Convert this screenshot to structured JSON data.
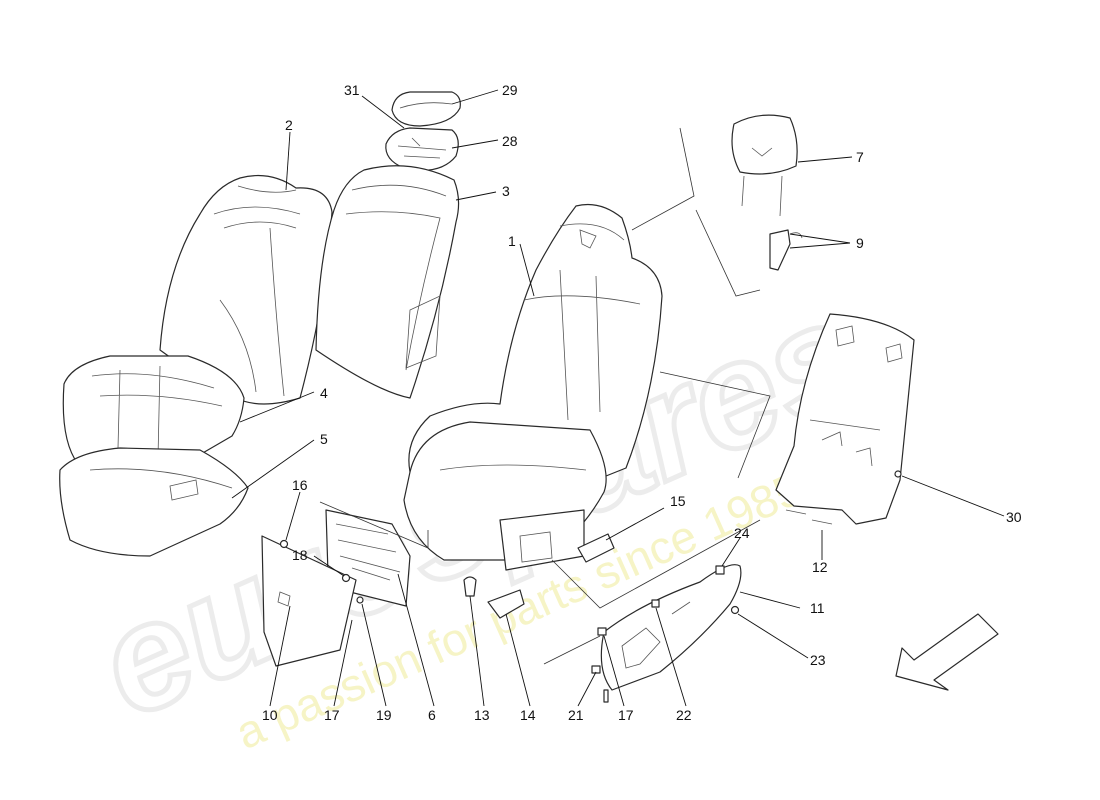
{
  "watermark": {
    "logo": "eurospares",
    "tagline": "a passion for parts since 1985"
  },
  "callouts": [
    {
      "id": "c1",
      "text": "1"
    },
    {
      "id": "c2",
      "text": "2"
    },
    {
      "id": "c3",
      "text": "3"
    },
    {
      "id": "c4",
      "text": "4"
    },
    {
      "id": "c5",
      "text": "5"
    },
    {
      "id": "c6",
      "text": "6"
    },
    {
      "id": "c7",
      "text": "7"
    },
    {
      "id": "c9",
      "text": "9"
    },
    {
      "id": "c10",
      "text": "10"
    },
    {
      "id": "c11",
      "text": "11"
    },
    {
      "id": "c12",
      "text": "12"
    },
    {
      "id": "c13",
      "text": "13"
    },
    {
      "id": "c14",
      "text": "14"
    },
    {
      "id": "c15",
      "text": "15"
    },
    {
      "id": "c16",
      "text": "16"
    },
    {
      "id": "c17a",
      "text": "17"
    },
    {
      "id": "c17b",
      "text": "17"
    },
    {
      "id": "c18",
      "text": "18"
    },
    {
      "id": "c19",
      "text": "19"
    },
    {
      "id": "c21",
      "text": "21"
    },
    {
      "id": "c22",
      "text": "22"
    },
    {
      "id": "c23",
      "text": "23"
    },
    {
      "id": "c24",
      "text": "24"
    },
    {
      "id": "c28",
      "text": "28"
    },
    {
      "id": "c29",
      "text": "29"
    },
    {
      "id": "c30",
      "text": "30"
    },
    {
      "id": "c31",
      "text": "31"
    }
  ]
}
